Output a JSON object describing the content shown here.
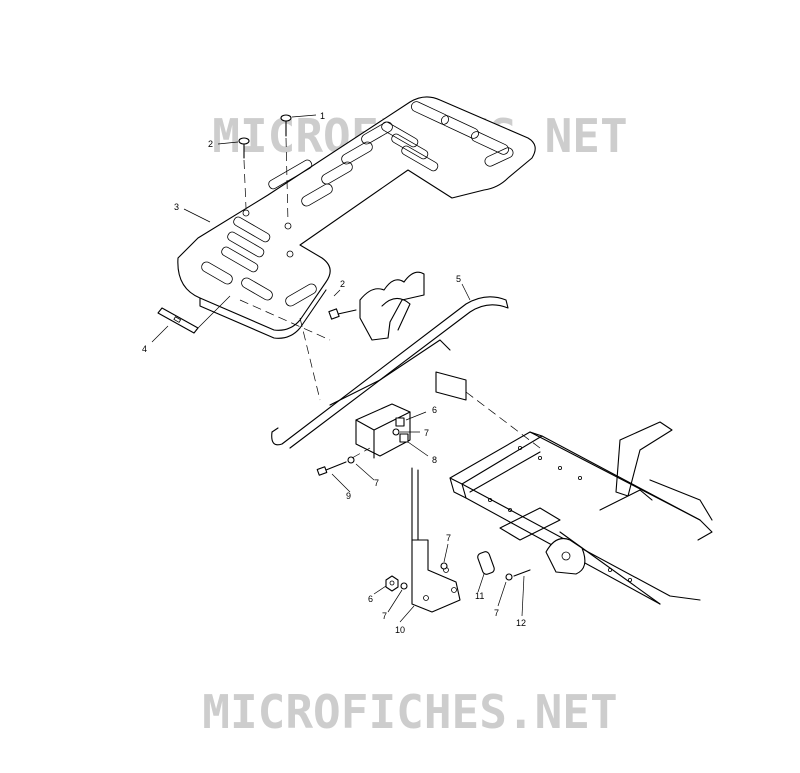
{
  "watermark": {
    "top": "MICROFICHES.NET",
    "bottom": "MICROFICHES.NET",
    "color": "#bdbdbd"
  },
  "callouts": [
    {
      "id": "c1",
      "label": "1"
    },
    {
      "id": "c2a",
      "label": "2"
    },
    {
      "id": "c3",
      "label": "3"
    },
    {
      "id": "c4",
      "label": "4"
    },
    {
      "id": "c2b",
      "label": "2"
    },
    {
      "id": "c5",
      "label": "5"
    },
    {
      "id": "c6a",
      "label": "6"
    },
    {
      "id": "c7a",
      "label": "7"
    },
    {
      "id": "c8",
      "label": "8"
    },
    {
      "id": "c7b",
      "label": "7"
    },
    {
      "id": "c9",
      "label": "9"
    },
    {
      "id": "c7c",
      "label": "7"
    },
    {
      "id": "c6b",
      "label": "6"
    },
    {
      "id": "c7d",
      "label": "7"
    },
    {
      "id": "c10",
      "label": "10"
    },
    {
      "id": "c11",
      "label": "11"
    },
    {
      "id": "c7e",
      "label": "7"
    },
    {
      "id": "c12",
      "label": "12"
    }
  ]
}
